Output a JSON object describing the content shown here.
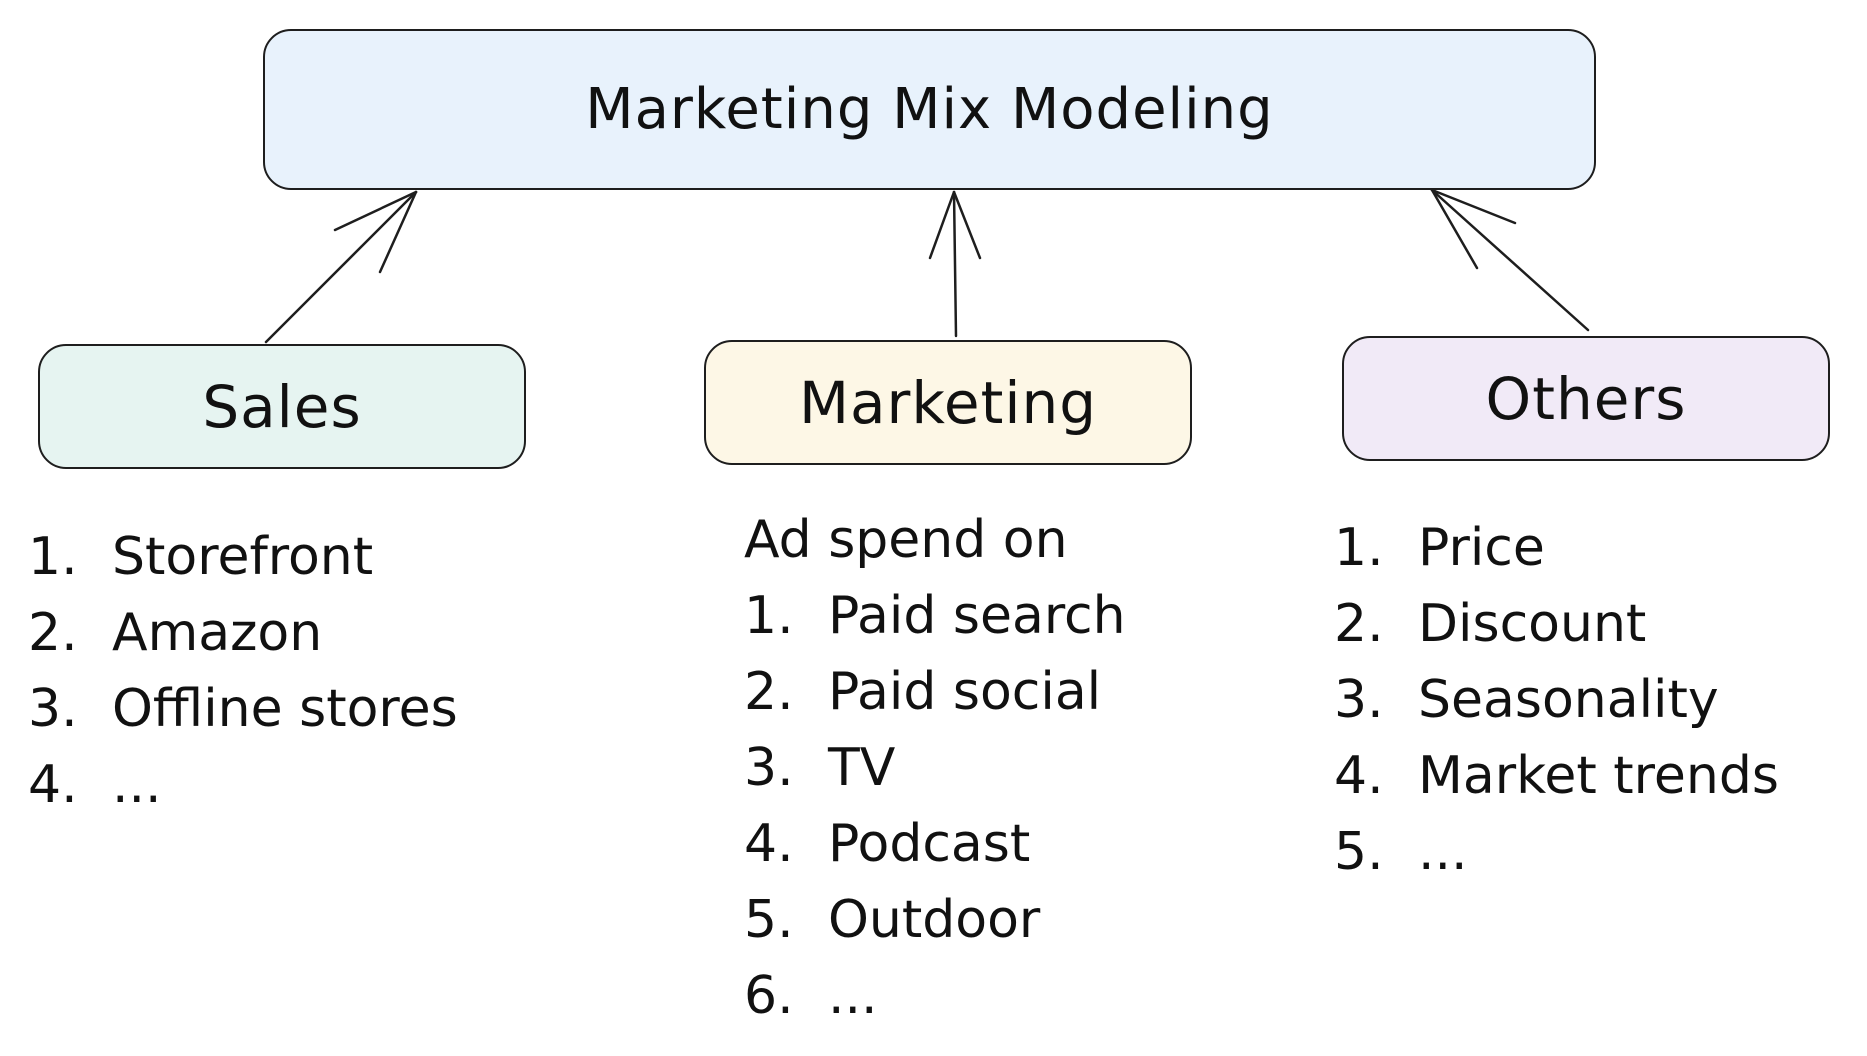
{
  "diagram": {
    "root": {
      "label": "Marketing Mix Modeling"
    },
    "nodes": [
      {
        "id": "sales",
        "label": "Sales",
        "fill": "#e6f4f1",
        "items": [
          {
            "num": "1.",
            "text": "Storefront"
          },
          {
            "num": "2.",
            "text": "Amazon"
          },
          {
            "num": "3.",
            "text": "Offline stores"
          },
          {
            "num": "4.",
            "text": "..."
          }
        ]
      },
      {
        "id": "marketing",
        "label": "Marketing",
        "fill": "#fdf7e6",
        "intro": "Ad spend on",
        "items": [
          {
            "num": "1.",
            "text": "Paid search"
          },
          {
            "num": "2.",
            "text": "Paid social"
          },
          {
            "num": "3.",
            "text": "TV"
          },
          {
            "num": "4.",
            "text": "Podcast"
          },
          {
            "num": "5.",
            "text": "Outdoor"
          },
          {
            "num": "6.",
            "text": "..."
          }
        ]
      },
      {
        "id": "others",
        "label": "Others",
        "fill": "#f1eaf7",
        "items": [
          {
            "num": "1.",
            "text": "Price"
          },
          {
            "num": "2.",
            "text": "Discount"
          },
          {
            "num": "3.",
            "text": "Seasonality"
          },
          {
            "num": "4.",
            "text": "Market trends"
          },
          {
            "num": "5.",
            "text": "..."
          }
        ]
      }
    ],
    "root_fill": "#e8f2fc",
    "stroke_color": "#1e1e1e"
  }
}
